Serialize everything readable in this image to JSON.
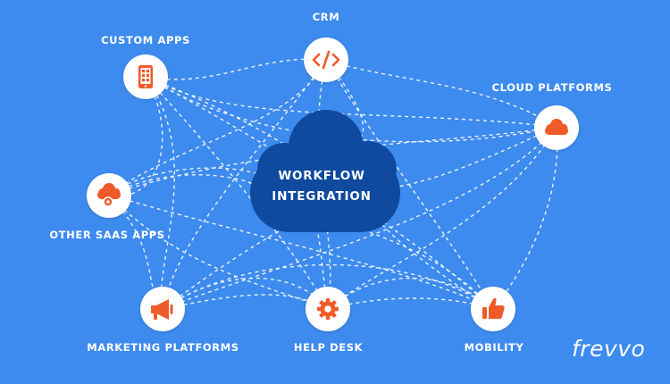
{
  "diagram": {
    "center": {
      "line1": "WORKFLOW",
      "line2": "INTEGRATION"
    },
    "nodes": [
      {
        "id": "custom-apps",
        "label": "CUSTOM APPS",
        "icon": "phone-app-icon"
      },
      {
        "id": "crm",
        "label": "CRM",
        "icon": "code-icon"
      },
      {
        "id": "cloud-platforms",
        "label": "CLOUD PLATFORMS",
        "icon": "cloud-icon"
      },
      {
        "id": "other-saas",
        "label": "OTHER SAAS APPS",
        "icon": "cloud-gear-icon"
      },
      {
        "id": "marketing",
        "label": "MARKETING PLATFORMS",
        "icon": "megaphone-icon"
      },
      {
        "id": "help-desk",
        "label": "HELP DESK",
        "icon": "gear-icon"
      },
      {
        "id": "mobility",
        "label": "MOBILITY",
        "icon": "thumbs-up-icon"
      }
    ]
  },
  "colors": {
    "background": "#3d8bef",
    "cloud": "#0f4a9e",
    "icon": "#f05a28",
    "node_fill": "#ffffff"
  },
  "brand": {
    "logo": "frevvo"
  }
}
